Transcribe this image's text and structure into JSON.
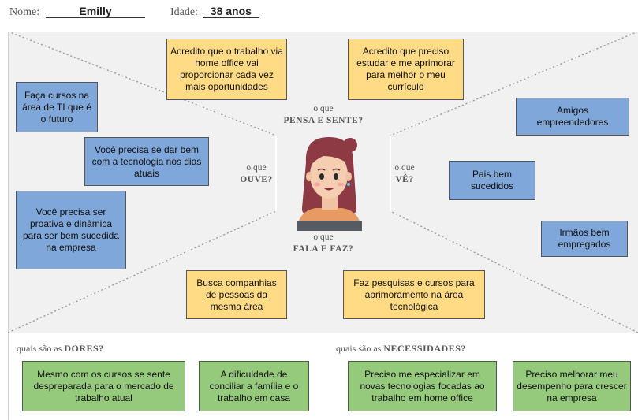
{
  "header": {
    "name_label": "Nome:",
    "name_value": "Emilly",
    "age_label": "Idade:",
    "age_value": "38 anos"
  },
  "quadrants": {
    "pensa": {
      "q": "o que",
      "title": "PENSA E SENTE?"
    },
    "ouve": {
      "q": "o que",
      "title": "OUVE?"
    },
    "ve": {
      "q": "o que",
      "title": "VÊ?"
    },
    "fala": {
      "q": "o que",
      "title": "FALA E FAZ?"
    }
  },
  "notes": {
    "pensa_1": "Acredito que o trabalho via home office vai proporcionar cada vez mais oportunidades",
    "pensa_2": "Acredito que preciso estudar e me aprimorar para melhor o meu currículo",
    "ouve_1": "Faça cursos na área de TI que é o futuro",
    "ouve_2": "Você precisa se dar bem com a tecnologia nos dias atuais",
    "ouve_3": "Você precisa ser proativa e dinâmica para ser bem sucedida na empresa",
    "ve_1": "Amigos empreendedores",
    "ve_2": "Pais bem sucedidos",
    "ve_3": "Irmãos bem empregados",
    "fala_1": "Busca companhias de pessoas da mesma área",
    "fala_2": "Faz pesquisas e cursos para aprimoramento na área tecnológica"
  },
  "dores": {
    "prefix": "quais são as",
    "title": "DORES?",
    "items": [
      "Mesmo com os cursos se sente despreparada para o mercado de trabalho atual",
      "A dificuldade de conciliar a família e o trabalho em casa"
    ]
  },
  "necessidades": {
    "prefix": "quais são as",
    "title": "NECESSIDADES?",
    "items": [
      "Preciso me especializar em novas tecnologias focadas ao trabalho em home office",
      "Preciso melhorar meu desempenho para crescer na empresa"
    ]
  },
  "colors": {
    "yellow": "#ffdb86",
    "blue": "#7fa7d9",
    "green": "#95c97b",
    "background": "#f1f1f1"
  }
}
